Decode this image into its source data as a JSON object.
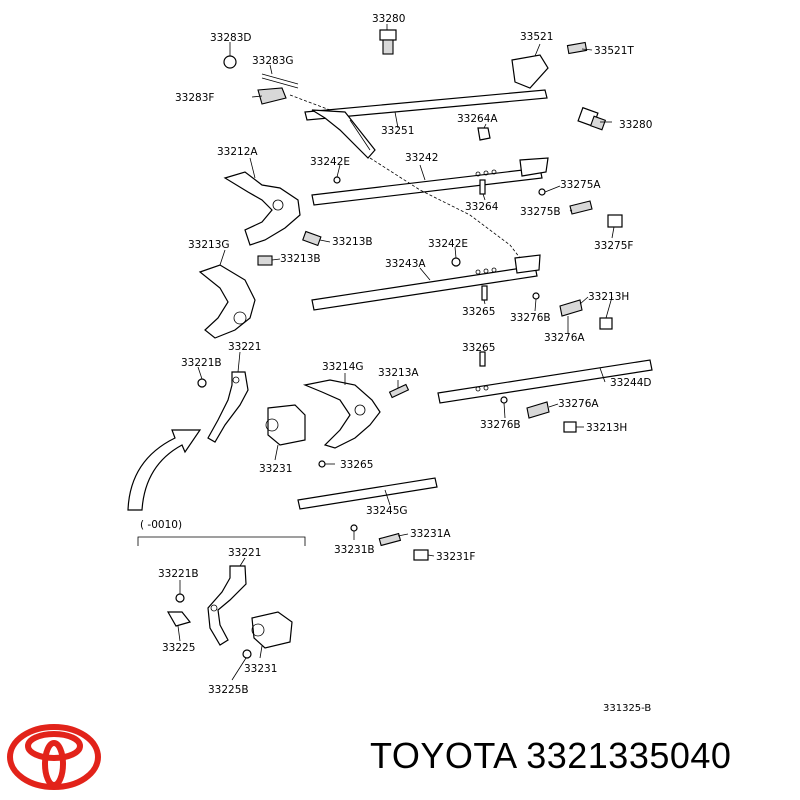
{
  "brand": "TOYOTA",
  "part_number": "3321335040",
  "diagram_code": "331325-B",
  "range_label": "(      -0010)",
  "colors": {
    "logo": "#e2231a",
    "ink": "#000000"
  },
  "labels": {
    "l33283D": "33283D",
    "l33283G": "33283G",
    "l33283F": "33283F",
    "l33280a": "33280",
    "l33521": "33521",
    "l33521T": "33521T",
    "l33251": "33251",
    "l33264A": "33264A",
    "l33280b": "33280",
    "l33212A": "33212A",
    "l33242E_1": "33242E",
    "l33242": "33242",
    "l33264": "33264",
    "l33275A": "33275A",
    "l33275B": "33275B",
    "l33275F": "33275F",
    "l33213B_1": "33213B",
    "l33213G": "33213G",
    "l33213B_2": "33213B",
    "l33242E_2": "33242E",
    "l33243A": "33243A",
    "l33265_1": "33265",
    "l33276B_1": "33276B",
    "l33213H_1": "33213H",
    "l33276A_1": "33276A",
    "l33221_1": "33221",
    "l33221B_1": "33221B",
    "l33214G": "33214G",
    "l33213A": "33213A",
    "l33265_2": "33265",
    "l33244D": "33244D",
    "l33276A_2": "33276A",
    "l33276B_2": "33276B",
    "l33213H_2": "33213H",
    "l33231_1": "33231",
    "l33265_3": "33265",
    "l33245G": "33245G",
    "l33231A": "33231A",
    "l33231B": "33231B",
    "l33231F": "33231F",
    "l33221_2": "33221",
    "l33221B_2": "33221B",
    "l33225": "33225",
    "l33231_2": "33231",
    "l33225B": "33225B"
  }
}
